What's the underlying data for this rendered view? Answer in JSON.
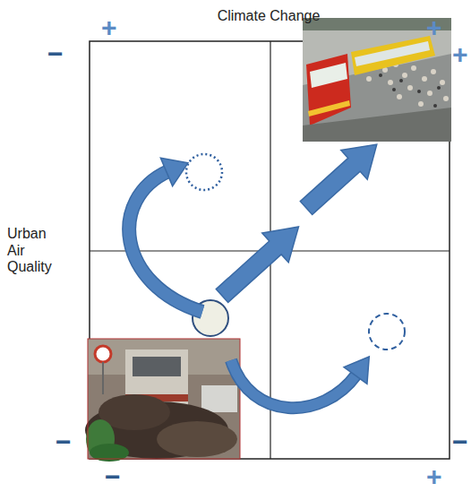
{
  "diagram": {
    "labels": [
      "+",
      "Climate Change",
      "+",
      "−",
      "+",
      "Urban Air Quality",
      "−",
      "−",
      "−",
      "+"
    ]
  }
}
